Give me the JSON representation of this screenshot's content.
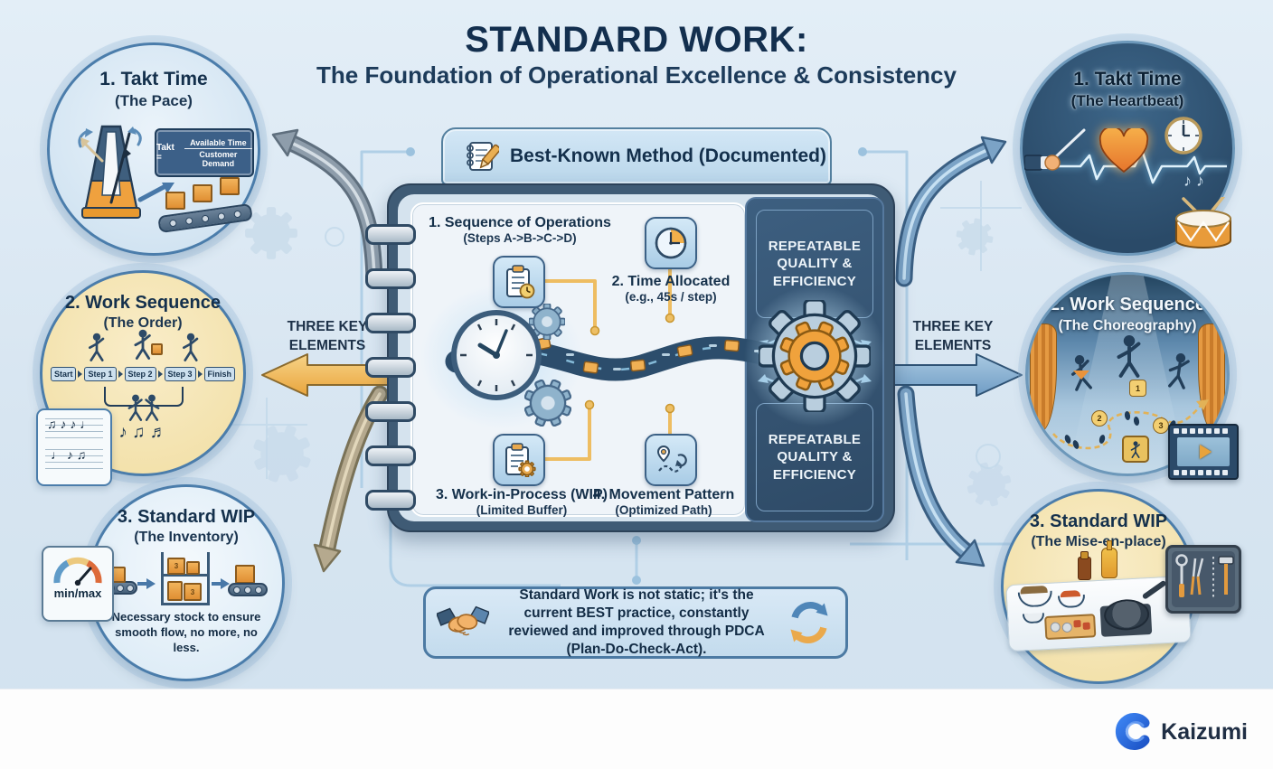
{
  "colors": {
    "background": "#d9e6f2",
    "accent_blue": "#4b7dab",
    "accent_orange": "#f0a23c",
    "navy_text": "#14304c",
    "panel_navy": "#33506d",
    "brand_blue": "#2e6be0"
  },
  "title": {
    "main": "STANDARD WORK:",
    "subtitle": "The Foundation of Operational Excellence & Consistency"
  },
  "side_labels": {
    "left": "THREE KEY ELEMENTS",
    "right": "THREE KEY ELEMENTS"
  },
  "left_circles": {
    "takt": {
      "title": "1. Takt Time",
      "subtitle": "(The Pace)",
      "formula_lhs": "Takt =",
      "formula_numerator": "Available Time",
      "formula_denominator": "Customer Demand"
    },
    "sequence": {
      "title": "2. Work Sequence",
      "subtitle": "(The Order)",
      "flow": [
        "Start",
        "Step 1",
        "Step 2",
        "Step 3",
        "Finish"
      ],
      "notes": "♪ ♫ ♬",
      "card_notes_top": "♫ ♪ ♪ ♩",
      "card_notes_bottom": "♩ ♪ ♫"
    },
    "wip": {
      "title": "3. Standard WIP",
      "subtitle": "(The Inventory)",
      "gauge_label": "min/max",
      "rack_labels": [
        "3",
        "3"
      ],
      "caption": "Necessary stock to ensure smooth flow, no more, no less."
    }
  },
  "right_circles": {
    "takt": {
      "title": "1. Takt Time",
      "subtitle": "(The Heartbeat)",
      "notes": "♪ ♪"
    },
    "sequence": {
      "title": "2. Work Sequence",
      "subtitle": "(The Choreography)",
      "badges": [
        "1",
        "2",
        "3"
      ]
    },
    "wip": {
      "title": "3. Standard WIP",
      "subtitle": "(The Mise-en-place)"
    }
  },
  "center": {
    "banner": "Best-Known Method (Documented)",
    "elements": [
      {
        "title": "1. Sequence of Operations",
        "subtitle": "(Steps A->B->C->D)"
      },
      {
        "title": "2. Time Allocated",
        "subtitle": "(e.g., 45s / step)"
      },
      {
        "title": "3. Work-in-Process (WIP)",
        "subtitle": "(Limited Buffer)"
      },
      {
        "title": "4. Movement Pattern",
        "subtitle": "(Optimized Path)"
      }
    ],
    "repeatable_top": "REPEATABLE QUALITY & EFFICIENCY",
    "repeatable_bottom": "REPEATABLE QUALITY & EFFICIENCY"
  },
  "bottom_note": "Standard Work is not static; it's the current BEST practice, constantly reviewed and improved through PDCA (Plan-Do-Check-Act).",
  "footer": {
    "brand": "Kaizumi"
  }
}
